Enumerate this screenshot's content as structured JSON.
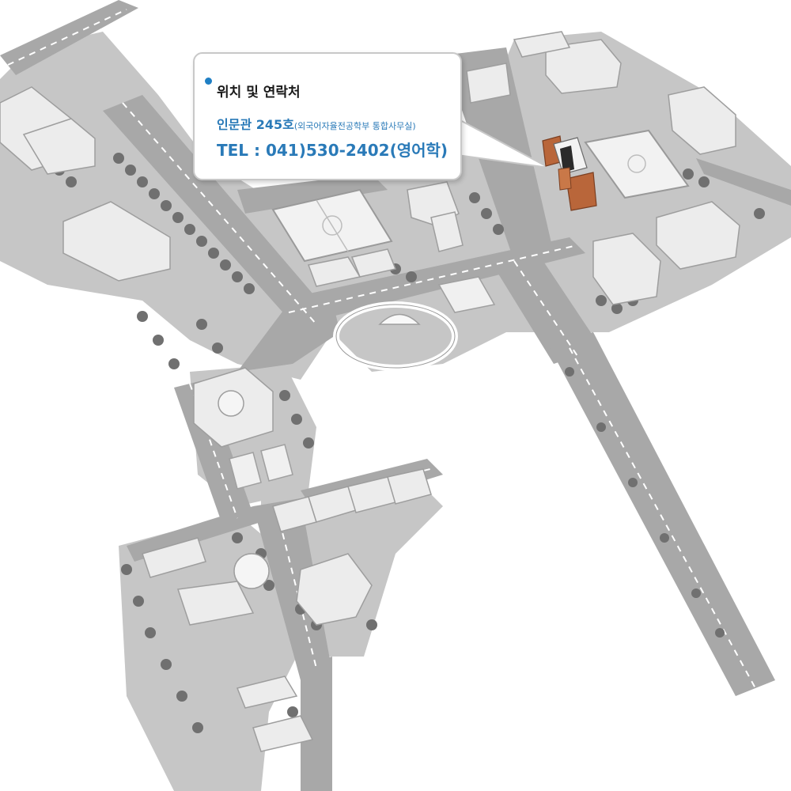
{
  "info_box": {
    "title": "위치 및 연락처",
    "room": "인문관 245호",
    "room_detail": "(외국어자율전공학부 통합사무실)",
    "phone": "TEL : 041)530-2402(영어학)"
  },
  "colors": {
    "accent_text": "#2a7ab8",
    "bullet": "#1f7fc4",
    "highlight_building": "#b9663a",
    "campus_ground": "#c4c4c4",
    "road": "#a9a9a9",
    "road_marking": "#ffffff",
    "tree": "#6e6e6e",
    "building": "#ececec"
  },
  "icons": {
    "bullet": "dot-bullet-icon"
  }
}
